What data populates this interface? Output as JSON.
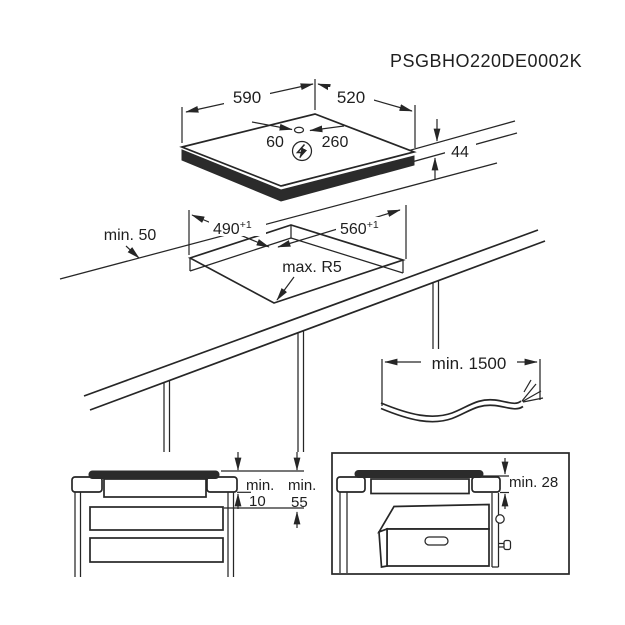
{
  "code": "PSGBHO220DE0002K",
  "colors": {
    "line": "#262626",
    "text": "#1f1f1f",
    "glass": "#2b2b2b",
    "background": "#ffffff"
  },
  "hob": {
    "width": "590",
    "depth": "520",
    "height": "44",
    "connection_offset_a": "60",
    "connection_offset_b": "260"
  },
  "cutout": {
    "rear_clearance": "min. 50",
    "depth": "490",
    "depth_tolerance": "+1",
    "width": "560",
    "width_tolerance": "+1",
    "corner_radius": "max. R5"
  },
  "cable": {
    "min_length": "min. 1500"
  },
  "drawer_section": {
    "label_min_a": "min.",
    "value_a": "10",
    "label_min_b": "min.",
    "value_b": "55"
  },
  "oven_section": {
    "min_clearance": "min. 28"
  }
}
